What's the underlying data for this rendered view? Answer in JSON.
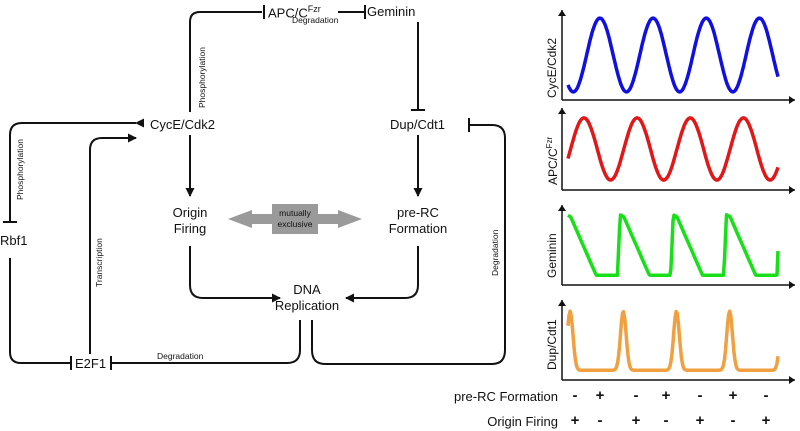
{
  "nodes": {
    "apc_main": "APC/C",
    "apc_sup": "Fzr",
    "geminin": "Geminin",
    "cyce": "CycE/Cdk2",
    "dup": "Dup/Cdt1",
    "origin_line1": "Origin",
    "origin_line2": "Firing",
    "prerc_line1": "pre-RC",
    "prerc_line2": "Formation",
    "dna_line1": "DNA",
    "dna_line2": "Replication",
    "rbf1": "Rbf1",
    "e2f1": "E2F1"
  },
  "edge_labels": {
    "phos_top": "Phosphorylation",
    "degr_top": "Degradation",
    "phos_left": "Phosphorylation",
    "transcription": "Transcription",
    "degr_bottom": "Degradation",
    "degr_right": "Degradation"
  },
  "mutually_exclusive": {
    "line1": "mutually",
    "line2": "exclusive"
  },
  "colors": {
    "arrow_gray": "#9a9a9a",
    "cyce": "#1010e0",
    "apc": "#e01818",
    "geminin": "#18e018",
    "dup": "#f0a040"
  },
  "plots": [
    {
      "label": "CycE/Cdk2",
      "color": "#1010e0"
    },
    {
      "label_main": "APC/C",
      "label_sup": "Fzr",
      "color": "#e01818"
    },
    {
      "label": "Geminin",
      "color": "#18e018"
    },
    {
      "label": "Dup/Cdt1",
      "color": "#f0a040"
    }
  ],
  "table": {
    "prerc_label": "pre-RC Formation",
    "origin_label": "Origin Firing",
    "prerc_signs": [
      "-",
      "+",
      "-",
      "+",
      "-",
      "+",
      "-"
    ],
    "origin_signs": [
      "+",
      "-",
      "+",
      "-",
      "+",
      "-",
      "+"
    ]
  }
}
